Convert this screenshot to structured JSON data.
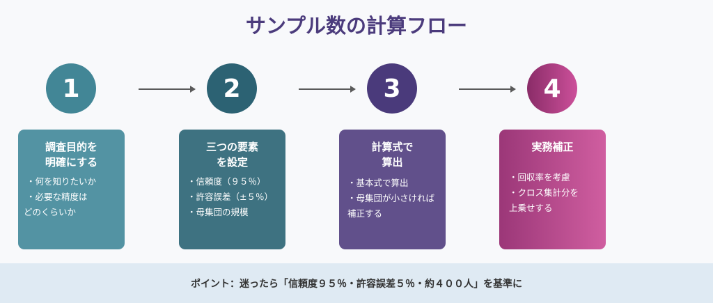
{
  "title": "サンプル数の計算フロー",
  "colors": {
    "title": "#4b3b7c",
    "arrow": "#5a5a5a"
  },
  "steps": [
    {
      "number": "1",
      "title_lines": [
        "調査目的を",
        "明確にする"
      ],
      "items": [
        "・何を知りたいか",
        "・必要な精度は",
        "どのくらいか"
      ]
    },
    {
      "number": "2",
      "title_lines": [
        "三つの要素",
        "を設定"
      ],
      "items": [
        "・信頼度（９５％）",
        "・許容誤差（±５％）",
        "・母集団の規模"
      ]
    },
    {
      "number": "3",
      "title_lines": [
        "計算式で",
        "算出"
      ],
      "items": [
        "・基本式で算出",
        "・母集団が小さければ",
        "補正する"
      ]
    },
    {
      "number": "4",
      "title_lines": [
        "実務補正"
      ],
      "items": [
        "・回収率を考慮",
        "・クロス集計分を",
        "上乗せする"
      ]
    }
  ],
  "point": "ポイント：迷ったら「信頼度９５％・許容誤差５％・約４００人」を基準に"
}
